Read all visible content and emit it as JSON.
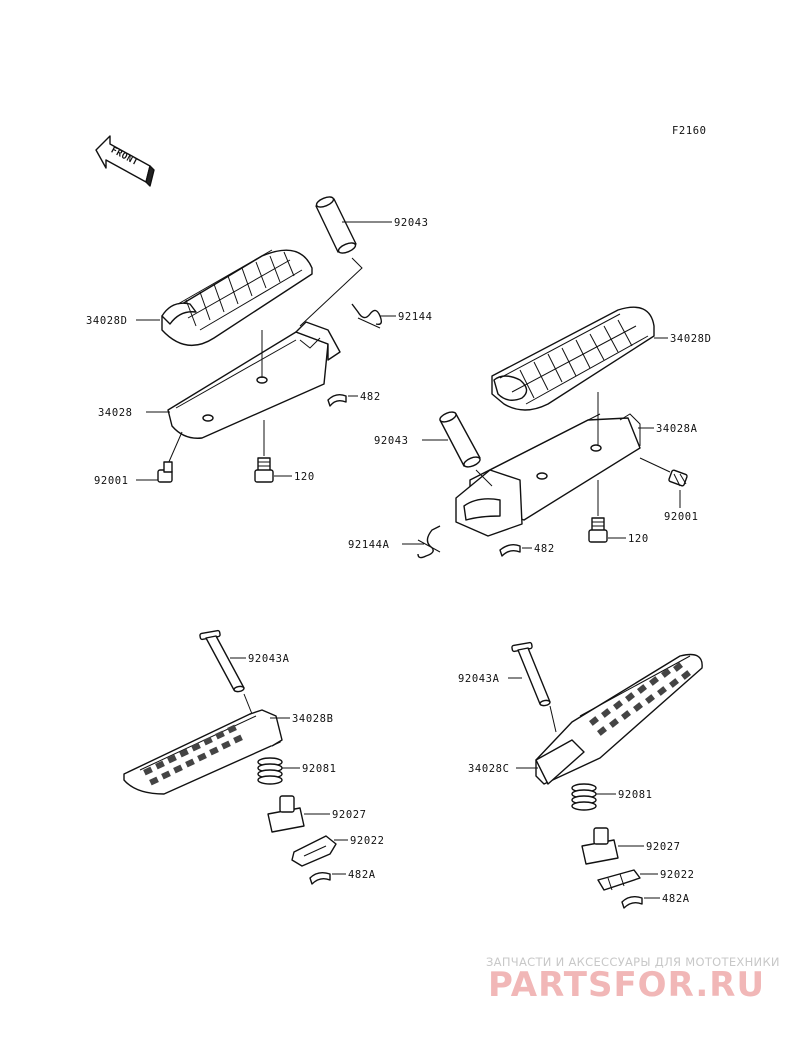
{
  "figure_code": "F2160",
  "front_label": "FRONT",
  "labels": {
    "p92043": "92043",
    "p92144": "92144",
    "p34028D": "34028D",
    "p482_left": "482",
    "p34028": "34028",
    "p92001_left": "92001",
    "p120_left": "120",
    "p34028D_right": "34028D",
    "p34028A": "34028A",
    "p92043_right": "92043",
    "p92001_right": "92001",
    "p92144A": "92144A",
    "p482_right": "482",
    "p120_right": "120",
    "p92043A_left": "92043A",
    "p34028B": "34028B",
    "p92081_left": "92081",
    "p92027_left": "92027",
    "p92022_left": "92022",
    "p482A_left": "482A",
    "p92043A_right": "92043A",
    "p34028C": "34028C",
    "p92081_right": "92081",
    "p92027_right": "92027",
    "p92022_right": "92022",
    "p482A_right": "482A"
  },
  "watermark": {
    "tagline": "ЗАПЧАСТИ И АКСЕССУАРЫ ДЛЯ МОТОТЕХНИКИ",
    "logo": "PARTSFOR.RU"
  }
}
